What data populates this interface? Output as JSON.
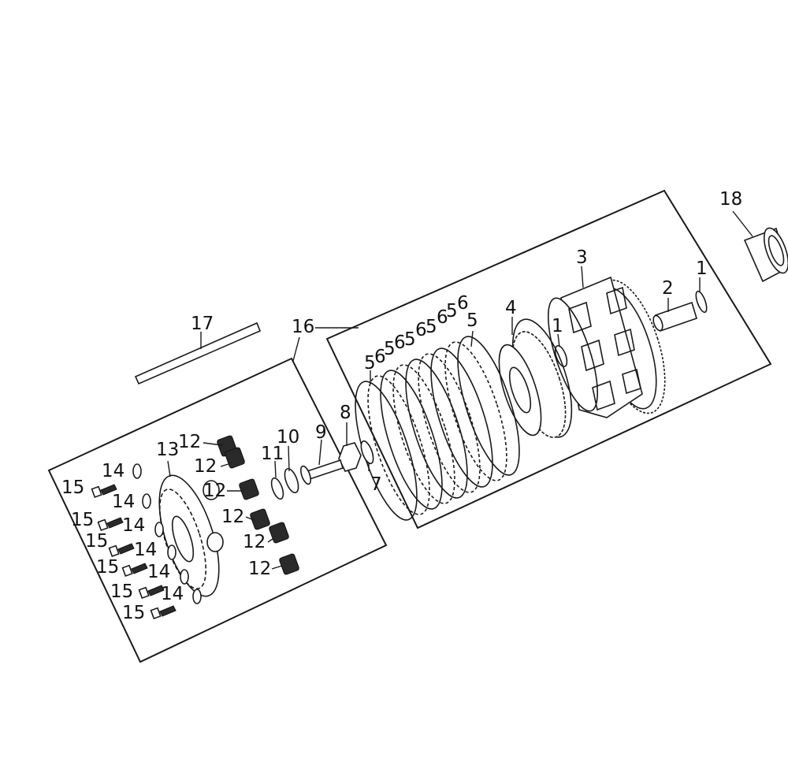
{
  "diagram": {
    "labels": {
      "p1a": "1",
      "p1b": "1",
      "p2": "2",
      "p3": "3",
      "p4": "4",
      "p5a": "5",
      "p5b": "5",
      "p5c": "5",
      "p5d": "5",
      "p5e": "5",
      "p5f": "5",
      "p6a": "6",
      "p6b": "6",
      "p6c": "6",
      "p6d": "6",
      "p6e": "6",
      "p7": "7",
      "p8": "8",
      "p9": "9",
      "p10": "10",
      "p11": "11",
      "p12a": "12",
      "p12b": "12",
      "p12c": "12",
      "p12d": "12",
      "p12e": "12",
      "p12f": "12",
      "p13": "13",
      "p14a": "14",
      "p14b": "14",
      "p14c": "14",
      "p14d": "14",
      "p14e": "14",
      "p14f": "14",
      "p15a": "15",
      "p15b": "15",
      "p15c": "15",
      "p15d": "15",
      "p15e": "15",
      "p15f": "15",
      "p16": "16",
      "p17": "17",
      "p18": "18"
    }
  }
}
